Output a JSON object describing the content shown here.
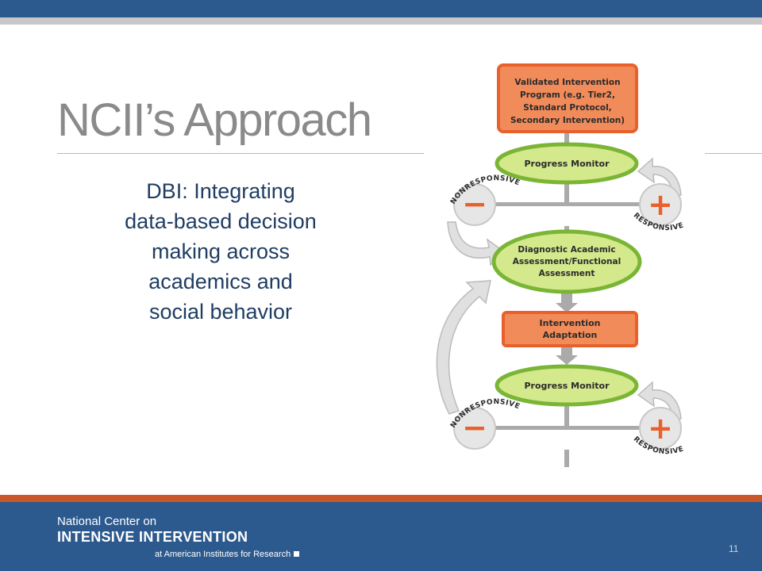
{
  "slide": {
    "title": "NCII’s Approach",
    "body_lines": [
      "DBI: Integrating",
      "data-based  decision",
      "making across",
      "academics  and",
      "social behavior"
    ],
    "page_number": "11"
  },
  "diagram": {
    "box_top": [
      "Validated Intervention",
      "Program (e.g. Tier2,",
      "Standard Protocol,",
      "Secondary Intervention)"
    ],
    "progress_monitor_1": "Progress Monitor",
    "diagnostic": [
      "Diagnostic Academic",
      "Assessment/Functional",
      "Assessment"
    ],
    "adaptation": [
      "Intervention",
      "Adaptation"
    ],
    "progress_monitor_2": "Progress Monitor",
    "nonresponsive": "NONRESPONSIVE",
    "responsive": "RESPONSIVE",
    "minus_symbol": "−",
    "plus_symbol": "+"
  },
  "footer": {
    "line1": "National Center on",
    "line2": "INTENSIVE INTERVENTION",
    "line3": "at American Institutes for Research"
  },
  "colors": {
    "header_blue": "#2d5a8e",
    "accent_orange": "#c9572a",
    "box_orange": "#f28b5a",
    "box_border_orange": "#e8612c",
    "ellipse_green_fill": "#d4e88c",
    "ellipse_green_border": "#7ab536",
    "body_text_blue": "#1f3d63",
    "title_gray": "#8a8a8a"
  }
}
